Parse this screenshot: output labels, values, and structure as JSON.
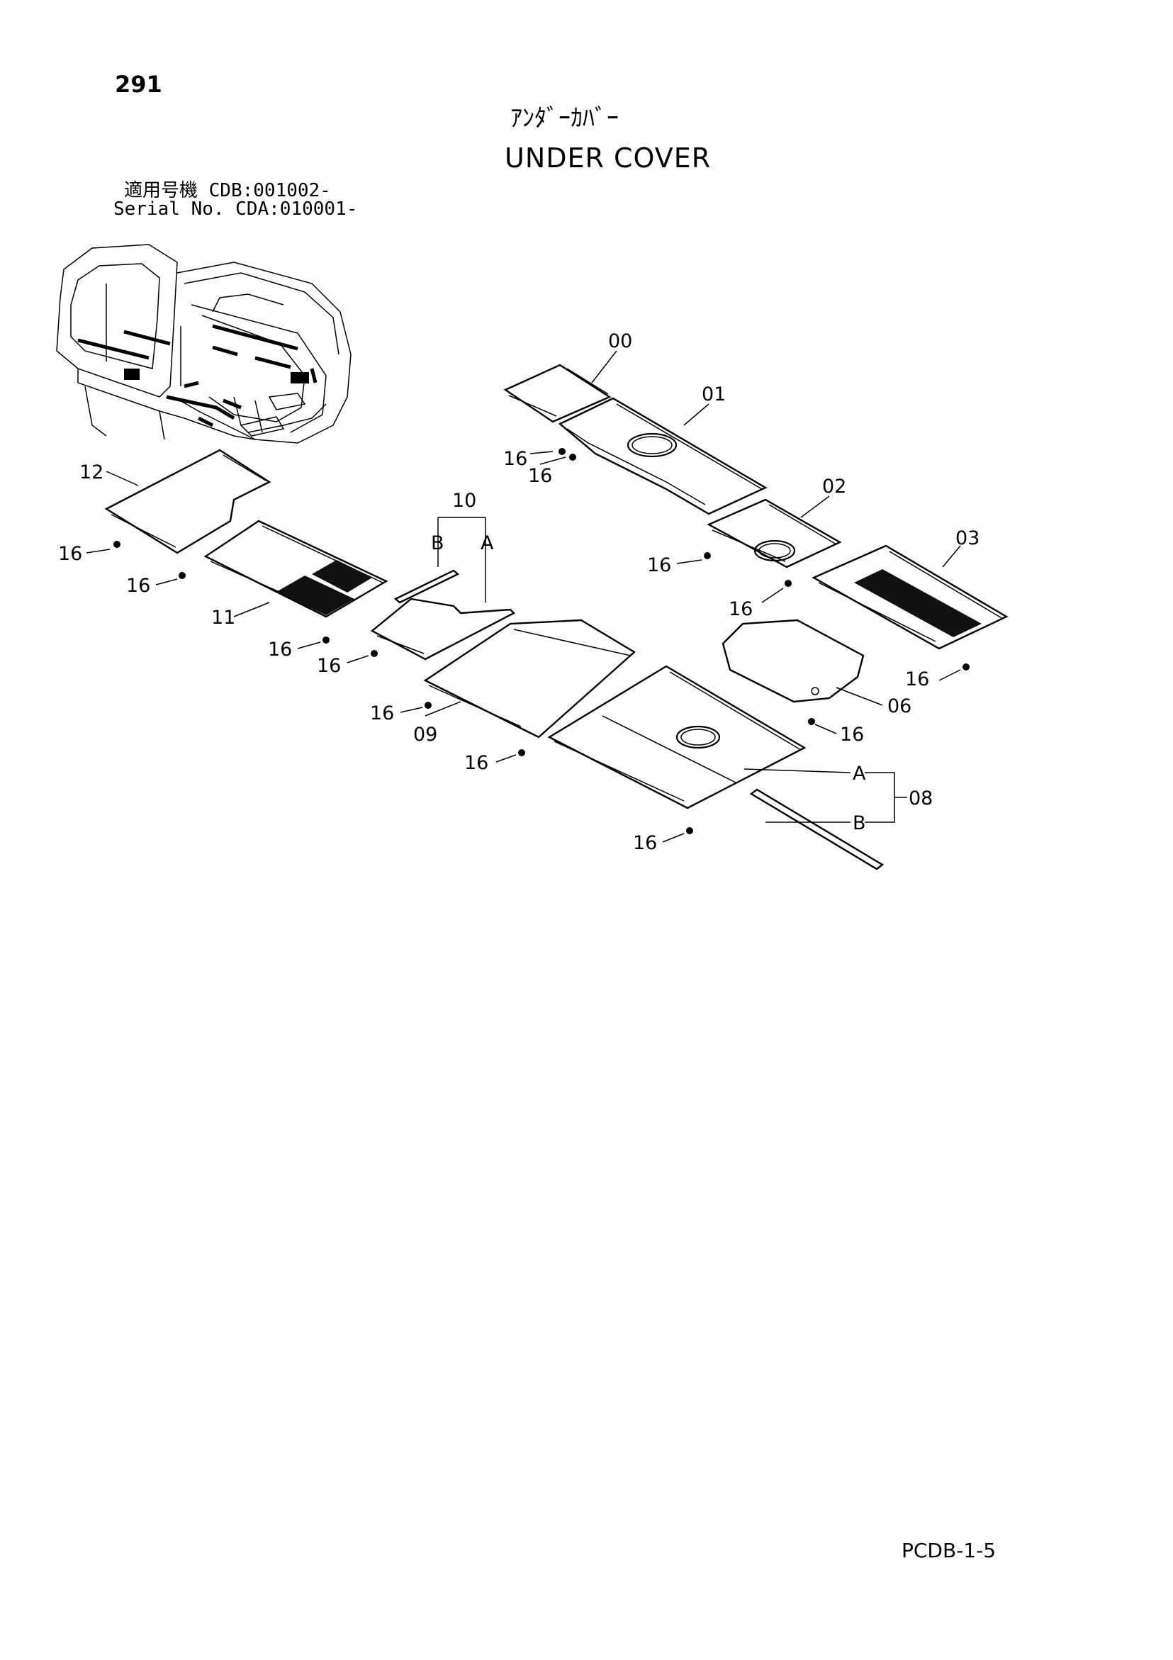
{
  "page_number": "291",
  "title_jp": "ｱﾝﾀﾞｰｶﾊﾞｰ",
  "title_en": "UNDER COVER",
  "serial_jp": "適用号機  CDB:001002-",
  "serial_en": "Serial No. CDA:010001-",
  "footer_code": "PCDB-1-5",
  "callouts": {
    "c00": "00",
    "c01": "01",
    "c02": "02",
    "c03": "03",
    "c06": "06",
    "c08": "08",
    "c09": "09",
    "c10": "10",
    "c11": "11",
    "c12": "12",
    "c16": "16",
    "sub_a": "A",
    "sub_b": "B"
  }
}
